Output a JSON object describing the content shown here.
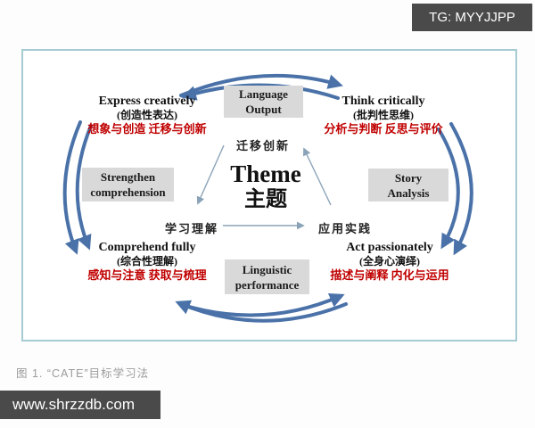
{
  "badges": {
    "top_right": "TG: MYYJJPP",
    "bottom_left": "www.shrzzdb.com"
  },
  "caption": "图 1. “CATE”目标学习法",
  "colors": {
    "arrow_blue": "#4a72a8",
    "thin_arrow": "#8aa3b8",
    "red_text": "#c00000",
    "box_gray": "#d9d9d9",
    "frame_border": "#a7cbd2",
    "badge_bg": "#4a4a4a"
  },
  "center": {
    "en": "Theme",
    "zh": "主题"
  },
  "cycle_labels": {
    "top": "迁移创新",
    "left": "学习理解",
    "right": "应用实践"
  },
  "gray_boxes": {
    "top": {
      "line1": "Language",
      "line2": "Output"
    },
    "left": {
      "line1": "Strengthen",
      "line2": "comprehension"
    },
    "right": {
      "line1": "Story",
      "line2": "Analysis"
    },
    "bottom": {
      "line1": "Linguistic",
      "line2": "performance"
    }
  },
  "corners": {
    "nw": {
      "en": "Express creatively",
      "zh": "(创造性表达)",
      "red": "想象与创造 迁移与创新"
    },
    "ne": {
      "en": "Think critically",
      "zh": "(批判性思维)",
      "red": "分析与判断 反思与评价"
    },
    "sw": {
      "en": "Comprehend fully",
      "zh": "(综合性理解)",
      "red": "感知与注意 获取与梳理"
    },
    "se": {
      "en": "Act passionately",
      "zh": "(全身心演绎)",
      "red": "描述与阐释 内化与运用"
    }
  }
}
